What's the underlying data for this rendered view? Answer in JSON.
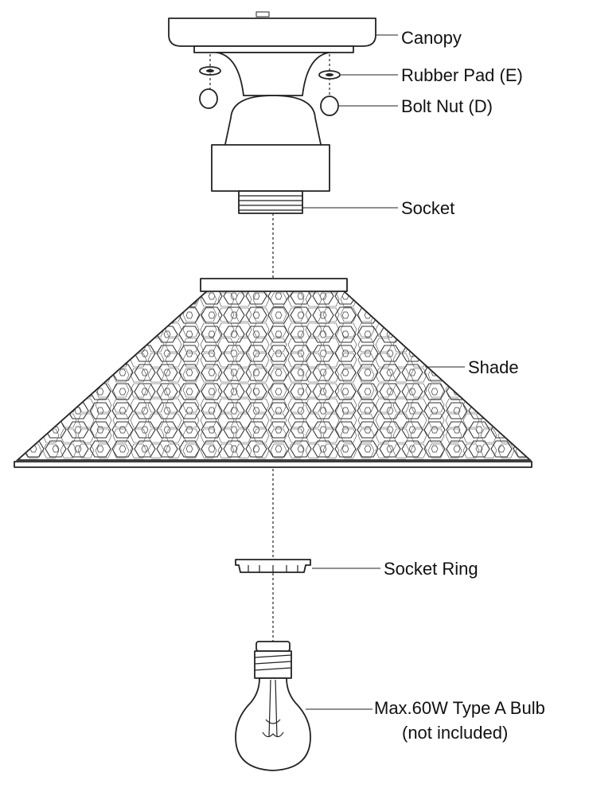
{
  "labels": {
    "canopy": "Canopy",
    "rubber_pad": "Rubber Pad (E)",
    "bolt_nut": "Bolt Nut (D)",
    "socket": "Socket",
    "shade": "Shade",
    "socket_ring": "Socket Ring",
    "bulb_line1": "Max.60W Type A Bulb",
    "bulb_line2": "(not included)"
  }
}
